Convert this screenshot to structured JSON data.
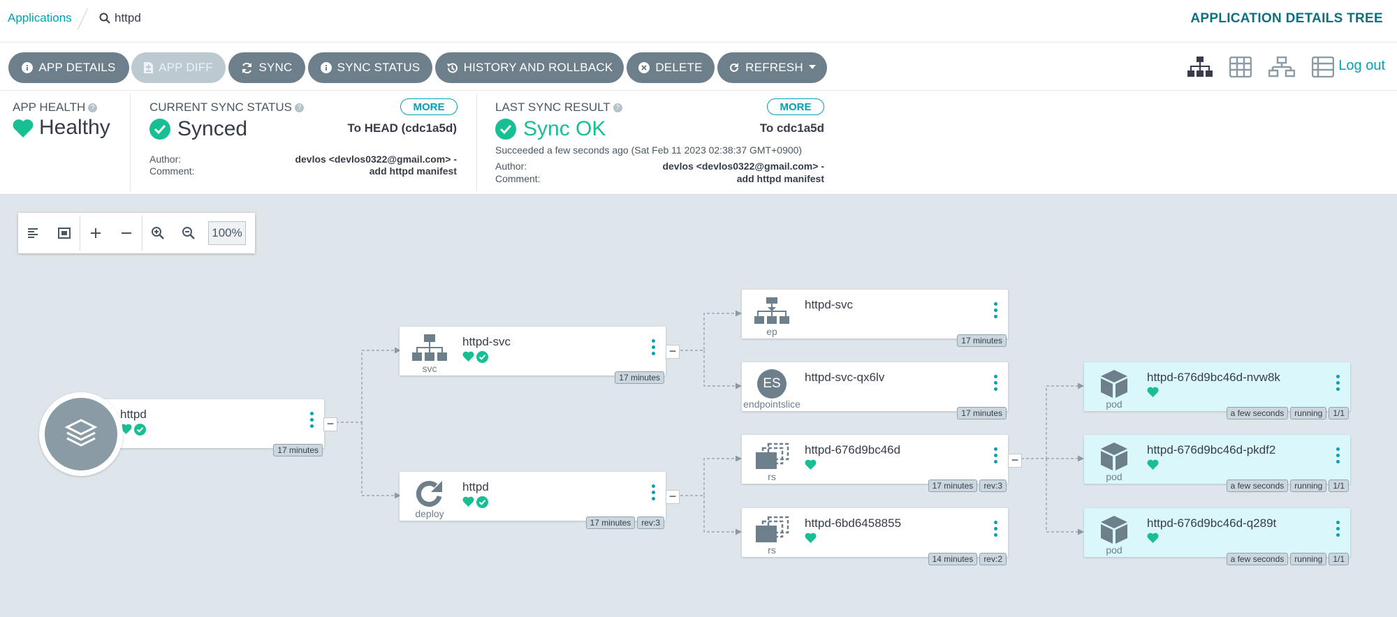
{
  "breadcrumb": {
    "applications": "Applications",
    "app_name": "httpd"
  },
  "header": {
    "title": "APPLICATION DETAILS TREE"
  },
  "toolbar": {
    "app_details": "APP DETAILS",
    "app_diff": "APP DIFF",
    "sync": "SYNC",
    "sync_status": "SYNC STATUS",
    "history": "HISTORY AND ROLLBACK",
    "delete": "DELETE",
    "refresh": "REFRESH",
    "logout": "Log out"
  },
  "status": {
    "app_health": {
      "label": "APP HEALTH",
      "value": "Healthy"
    },
    "current_sync": {
      "label": "CURRENT SYNC STATUS",
      "more": "MORE",
      "value": "Synced",
      "target": "To HEAD (cdc1a5d)",
      "author_label": "Author:",
      "comment_label": "Comment:",
      "author": "devlos <devlos0322@gmail.com> -",
      "comment": "add httpd manifest"
    },
    "last_sync": {
      "label": "LAST SYNC RESULT",
      "more": "MORE",
      "value": "Sync OK",
      "target": "To cdc1a5d",
      "succeeded": "Succeeded a few seconds ago (Sat Feb 11 2023 02:38:37 GMT+0900)",
      "author_label": "Author:",
      "comment_label": "Comment:",
      "author": "devlos <devlos0322@gmail.com> -",
      "comment": "add httpd manifest"
    }
  },
  "zoom": {
    "value": "100%"
  },
  "colors": {
    "accent": "#00a2b3",
    "healthy": "#18be94",
    "button": "#6d7f8b",
    "pod_bg": "#daf8fb"
  },
  "nodes": {
    "app": {
      "name": "httpd",
      "age": "17 minutes"
    },
    "svc": {
      "name": "httpd-svc",
      "kind": "svc",
      "age": "17 minutes"
    },
    "deploy": {
      "name": "httpd",
      "kind": "deploy",
      "age": "17 minutes",
      "rev": "rev:3"
    },
    "ep": {
      "name": "httpd-svc",
      "kind": "ep",
      "age": "17 minutes"
    },
    "eps": {
      "name": "httpd-svc-qx6lv",
      "kind": "endpointslice",
      "badge": "ES",
      "age": "17 minutes"
    },
    "rs1": {
      "name": "httpd-676d9bc46d",
      "kind": "rs",
      "age": "17 minutes",
      "rev": "rev:3"
    },
    "rs2": {
      "name": "httpd-6bd6458855",
      "kind": "rs",
      "age": "14 minutes",
      "rev": "rev:2"
    },
    "pod1": {
      "name": "httpd-676d9bc46d-nvw8k",
      "kind": "pod",
      "age": "a few seconds",
      "state": "running",
      "ready": "1/1"
    },
    "pod2": {
      "name": "httpd-676d9bc46d-pkdf2",
      "kind": "pod",
      "age": "a few seconds",
      "state": "running",
      "ready": "1/1"
    },
    "pod3": {
      "name": "httpd-676d9bc46d-q289t",
      "kind": "pod",
      "age": "a few seconds",
      "state": "running",
      "ready": "1/1"
    }
  }
}
